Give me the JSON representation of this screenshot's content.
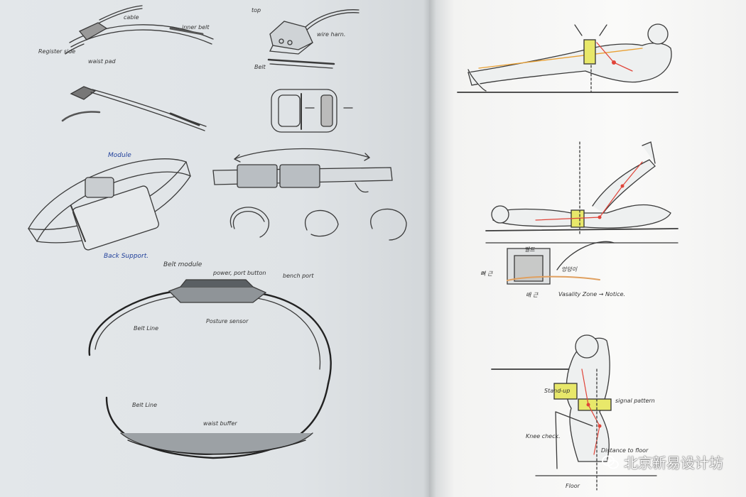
{
  "left_page": {
    "annotations": {
      "cable": "cable",
      "inner_belt": "inner belt",
      "waist_pad": "waist pad",
      "register_side": "Register side",
      "top_label": "top",
      "wire_harn": "wire harn.",
      "belt_label": "Belt",
      "module": "Module",
      "back_support": "Back Support.",
      "belt_module": "Belt module",
      "power_port": "power, port button",
      "bench_port": "bench port",
      "belt_line_1": "Belt Line",
      "power_sensor": "Posture sensor",
      "belt_line_2": "Belt Line",
      "waist_buffer": "waist buffer"
    }
  },
  "right_page": {
    "annotations": {
      "korean_1": "뼈 근",
      "korean_2": "엉덩이",
      "korean_3": "벨트",
      "korean_4": "배 근",
      "vasality": "Vasality Zone → Notice.",
      "stand_up": "Stand-up",
      "signal_pattern": "signal pattern",
      "knee_check": "Knee check.",
      "distance_floor": "Distance to floor",
      "floor": "Floor"
    }
  },
  "watermark": {
    "text": "北京新易设计坊"
  },
  "colors": {
    "highlight_yellow": "#e8e86a",
    "accent_red": "#e0453a",
    "ink": "#3a3a3a",
    "blue_ink": "#1f3f9a"
  }
}
